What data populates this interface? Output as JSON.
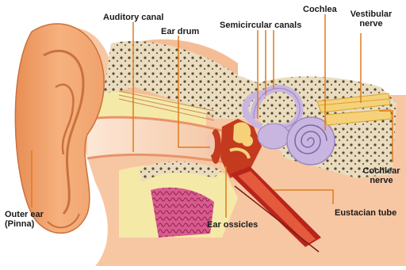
{
  "labels": {
    "auditory_canal": "Auditory canal",
    "ear_drum": "Ear drum",
    "semicircular_canals": "Semicircular canals",
    "cochlea": "Cochlea",
    "vestibular_nerve_1": "Vestibular",
    "vestibular_nerve_2": "nerve",
    "outer_ear_1": "Outer ear",
    "outer_ear_2": "(Pinna)",
    "cochlear_nerve_1": "Cochlear",
    "cochlear_nerve_2": "nerve",
    "ear_ossicles": "Ear ossicles",
    "eustachian_tube": "Eustacian tube"
  },
  "colors": {
    "leader_line": "#e07a1f",
    "skin": "#f2a872",
    "skin_dark": "#d9824a",
    "bone": "#e9dcc0",
    "cartilage": "#f5e9a8",
    "inner_ear": "#c9b6e0",
    "inner_ear_dark": "#9c86c4",
    "eardrum": "#c43a1e",
    "tube_red": "#b8241a",
    "magenta": "#c2477a"
  }
}
